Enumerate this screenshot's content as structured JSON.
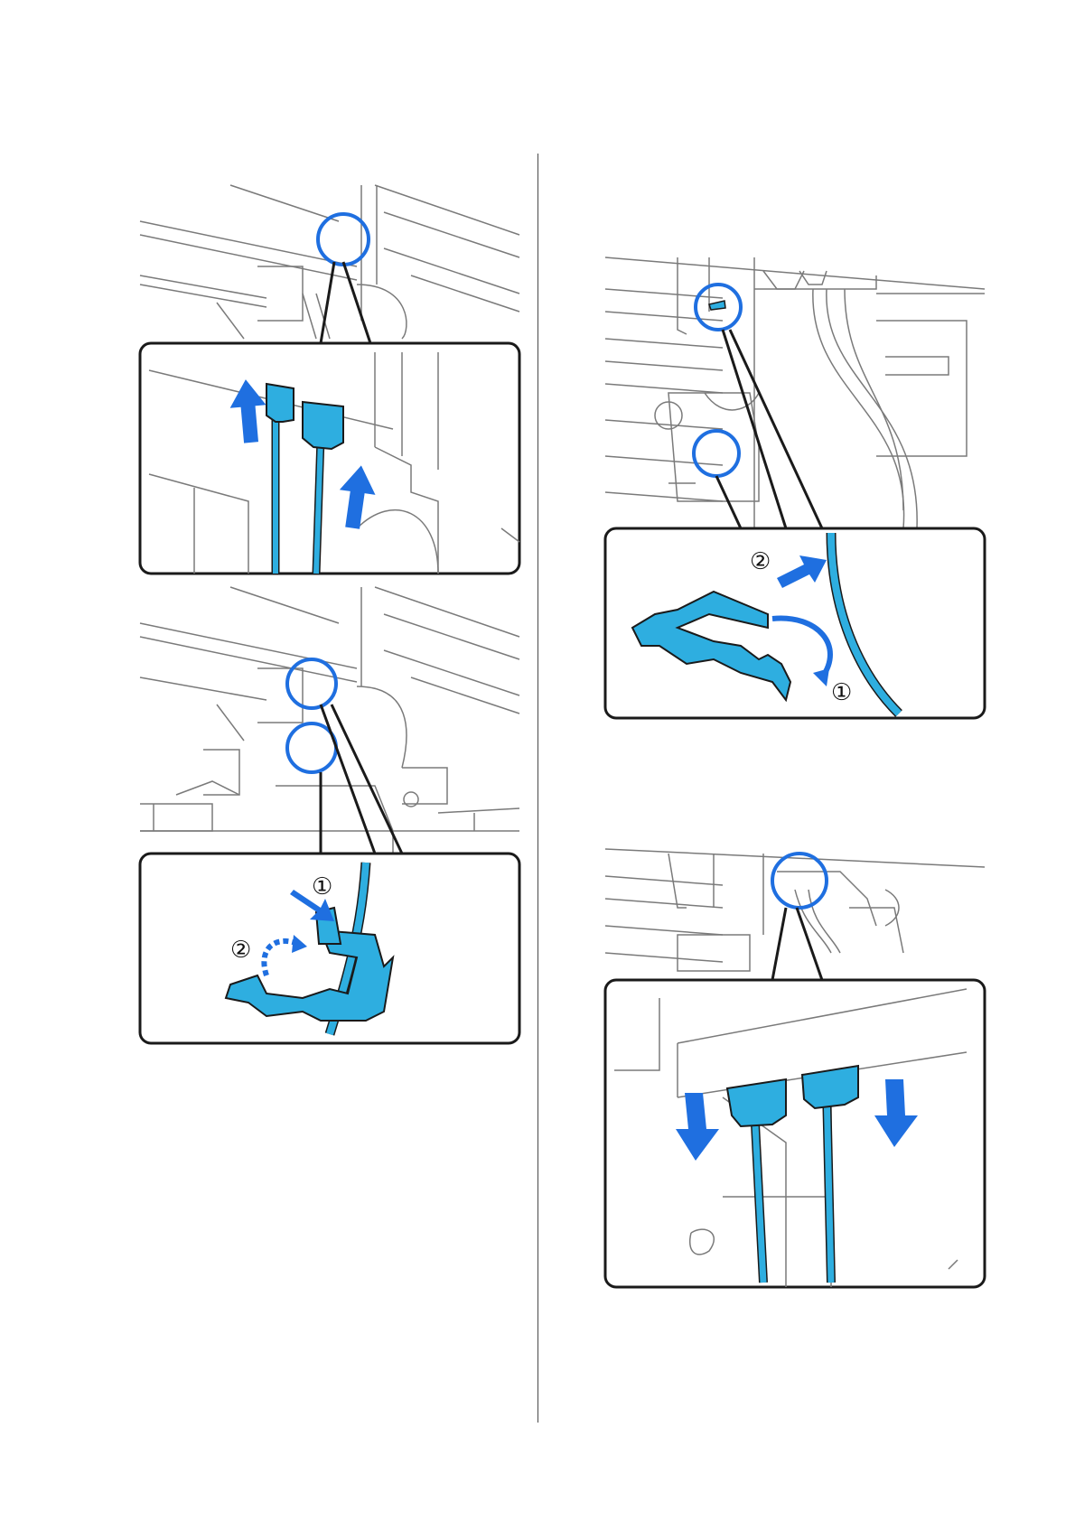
{
  "colors": {
    "accent_blue": "#1f6fe0",
    "hose_blue": "#2eaee0",
    "line_black": "#1a1a1a",
    "line_gray": "#7a7a7a"
  },
  "figures": [
    {
      "id": "fig1",
      "step_marks": []
    },
    {
      "id": "fig2",
      "step_marks": [
        "①",
        "②"
      ]
    },
    {
      "id": "fig3",
      "step_marks": [
        "②",
        "①"
      ]
    },
    {
      "id": "fig4",
      "step_marks": []
    }
  ],
  "icons": [
    "up-arrow-icon",
    "down-arrow-icon",
    "curved-arrow-icon",
    "highlight-circle-icon"
  ]
}
